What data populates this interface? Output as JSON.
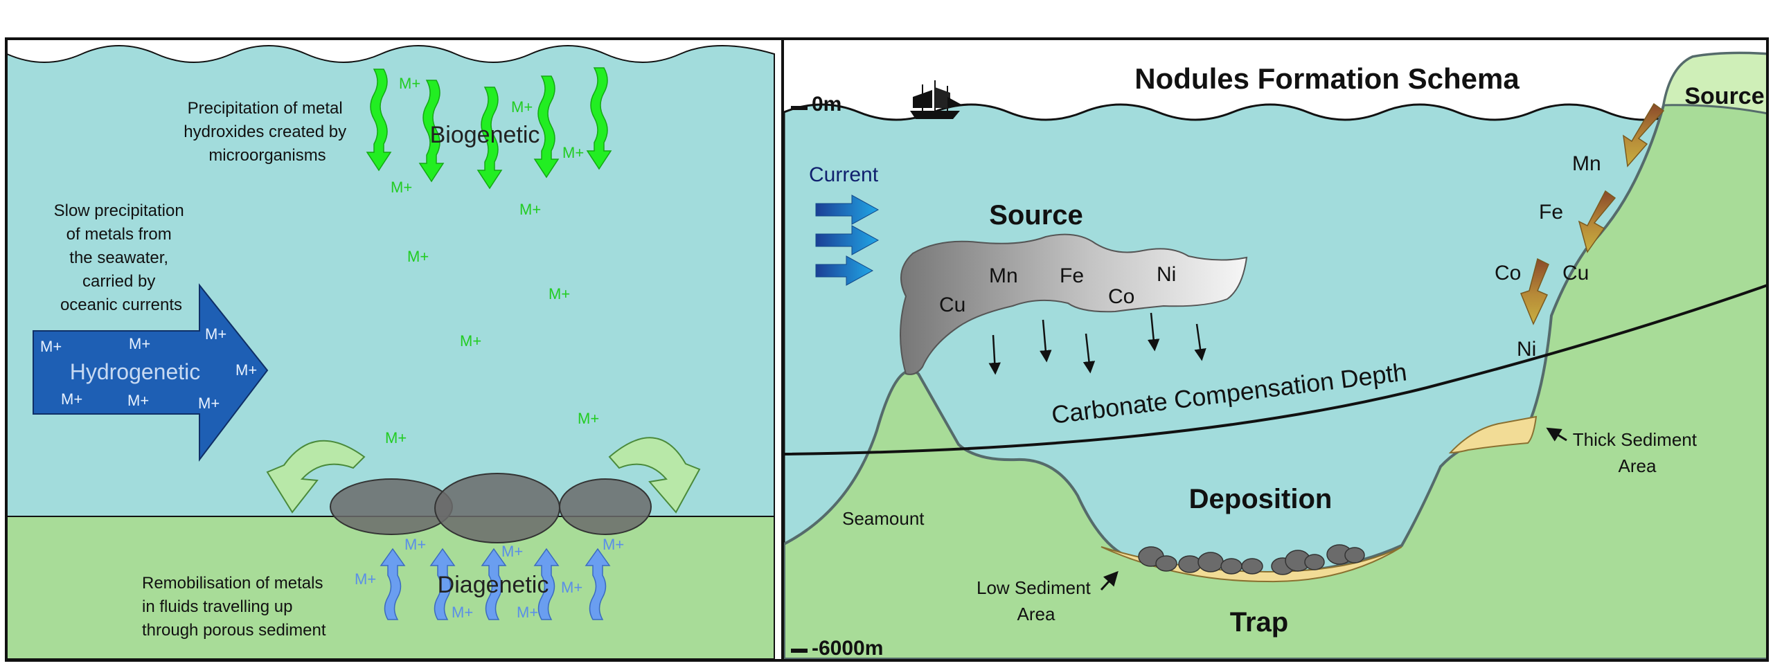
{
  "left_panel": {
    "biogenetic_label": "Biogenetic",
    "biogenetic_desc": [
      "Precipitation of metal",
      "hydroxides created by",
      "microorganisms"
    ],
    "hydrogenetic_label": "Hydrogenetic",
    "hydrogenetic_desc": [
      "Slow precipitation",
      "of metals from",
      "the seawater,",
      "carried by",
      "oceanic currents"
    ],
    "diagenetic_label": "Diagenetic",
    "diagenetic_desc": [
      "Remobilisation of metals",
      "in fluids travelling up",
      "through porous sediment"
    ],
    "metal_ion": "M+"
  },
  "right_panel": {
    "title": "Nodules Formation Schema",
    "depth_top": "0m",
    "depth_bottom": "-6000m",
    "current_label": "Current",
    "source_label": "Source",
    "source_land_label": "Source",
    "plume_metals": [
      "Cu",
      "Mn",
      "Fe",
      "Co",
      "Ni"
    ],
    "slope_metals": [
      "Mn",
      "Fe",
      "Co",
      "Cu",
      "Ni"
    ],
    "ccd_label": "Carbonate Compensation Depth",
    "deposition_label": "Deposition",
    "trap_label": "Trap",
    "seamount_label": "Seamount",
    "low_sediment_label": [
      "Low Sediment",
      "Area"
    ],
    "thick_sediment_label": [
      "Thick Sediment",
      "Area"
    ]
  },
  "colors": {
    "water": "#a2dcdc",
    "seafloor": "#a8dc98",
    "biogenetic_arrow": "#22ee22",
    "hydrogenetic_arrow": "#1e5fb4",
    "diagenetic_arrow": "#6a9ef0",
    "nodule": "#6b6b6b",
    "sediment": "#f2dc96",
    "current_arrow": "#1a8ad8",
    "title_text": "#111111",
    "current_text": "#10206e"
  }
}
